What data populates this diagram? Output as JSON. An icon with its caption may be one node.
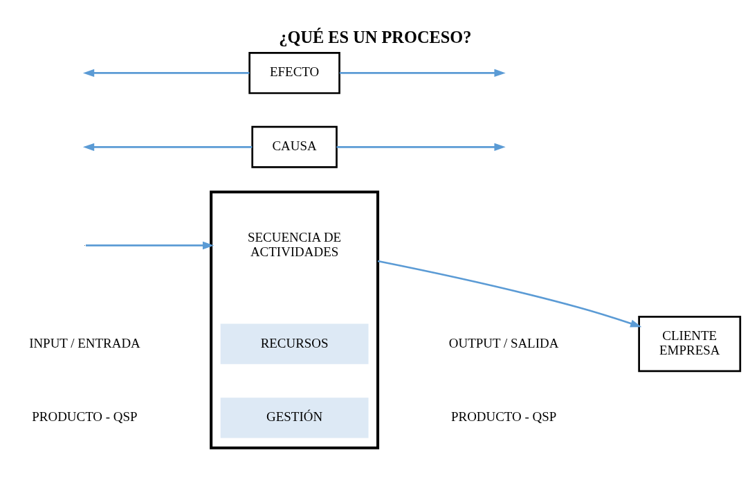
{
  "diagram": {
    "title": "¿QUÉ ES UN PROCESO?",
    "nodes": [
      {
        "text": [],
        "shape": "box"
      },
      {
        "text": [
          "RECURSOS"
        ],
        "in": 0
      },
      {
        "text": [
          "SECUENCIA DE",
          "ACTIVIDADES"
        ],
        "in": 0
      },
      {
        "text": [
          "GESTIÓN"
        ],
        "in": 0
      },
      {
        "text": [
          "CLIENTE",
          "EMPRESA"
        ]
      },
      {
        "text": [
          "CAUSA"
        ]
      },
      {
        "text": [
          "EFECTO"
        ]
      }
    ],
    "edges": [
      {
        "from": null,
        "to": 0,
        "arrow": "to"
      },
      {
        "from": 0,
        "to": 4,
        "arrow": "to"
      },
      {
        "from": 5,
        "to": null,
        "arrow": "to"
      },
      {
        "from": 5,
        "to": null,
        "arrow": "to"
      },
      {
        "from": 6,
        "to": null,
        "arrow": "to"
      },
      {
        "from": 6,
        "to": null,
        "arrow": "to"
      }
    ],
    "labels": [
      "INPUT / ENTRADA",
      "PRODUCTO - QSP",
      "OUTPUT / SALIDA",
      "PRODUCTO - QSP"
    ]
  }
}
